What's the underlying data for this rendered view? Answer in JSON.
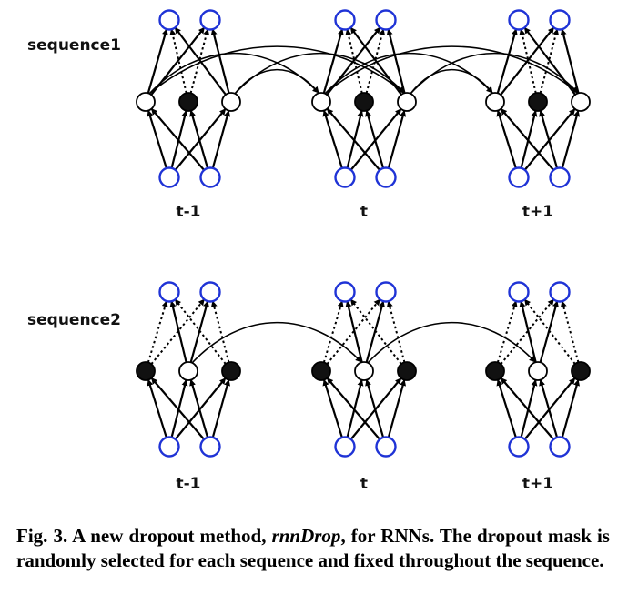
{
  "figure": {
    "sequences": [
      {
        "label": "sequence1",
        "time_labels": [
          "t-1",
          "t",
          "t+1"
        ],
        "hidden_dropped": [
          false,
          true,
          false
        ]
      },
      {
        "label": "sequence2",
        "time_labels": [
          "t-1",
          "t",
          "t+1"
        ],
        "hidden_dropped": [
          true,
          false,
          true
        ]
      }
    ],
    "colors": {
      "io_node_stroke": "#1f33d6",
      "edge": "#000000",
      "dropped_fill": "#111111",
      "kept_fill": "#ffffff"
    }
  },
  "caption": {
    "prefix": "Fig. 3. A new dropout method, ",
    "method": "rnnDrop",
    "suffix": ", for RNNs. The dropout mask is randomly selected for each sequence and fixed throughout the sequence."
  }
}
